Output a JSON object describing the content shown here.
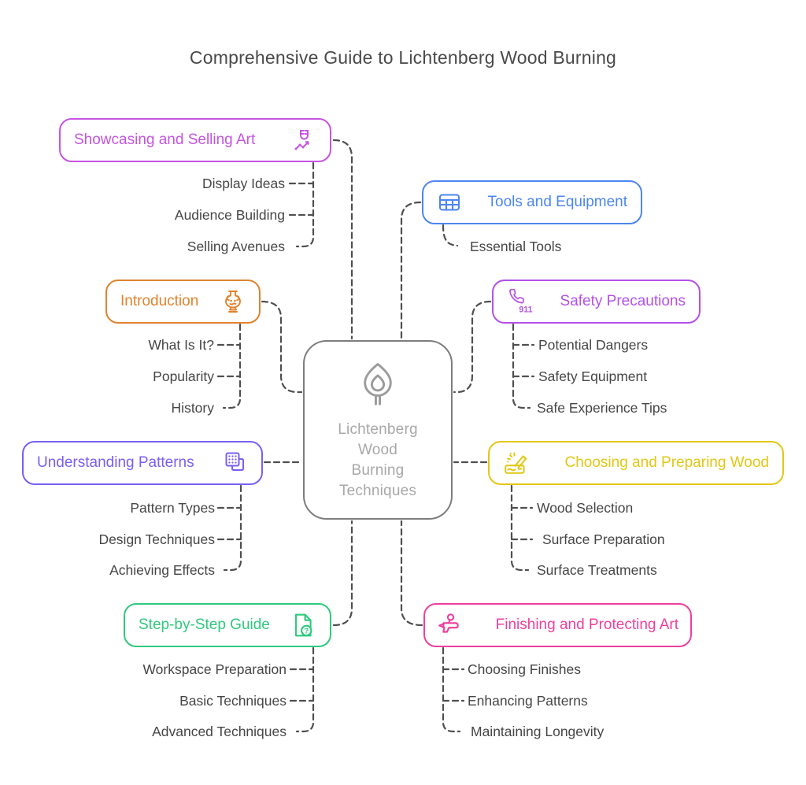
{
  "title": "Comprehensive Guide to Lichtenberg Wood Burning",
  "connectors": {
    "color": "#4f4f4f"
  },
  "center": {
    "lines": [
      "Lichtenberg",
      "Wood",
      "Burning",
      "Techniques"
    ],
    "border_color": "#7e7e7e",
    "text_color": "#a8a8a8",
    "icon": "match-flame-icon"
  },
  "subtopic_text_color": "#464646",
  "branches": [
    {
      "id": "showcasing",
      "label": "Showcasing and Selling Art",
      "color": "#c554e2",
      "icon": "magnet-chart-icon",
      "side": "top-left",
      "items": [
        "Display Ideas",
        "Audience Building",
        "Selling Avenues"
      ]
    },
    {
      "id": "tools",
      "label": "Tools and Equipment",
      "color": "#4c86f0",
      "icon": "table-grid-icon",
      "side": "top-right",
      "items": [
        "Essential Tools"
      ]
    },
    {
      "id": "introduction",
      "label": "Introduction",
      "color": "#e0832e",
      "icon": "amphora-icon",
      "side": "left",
      "items": [
        "What Is It?",
        "Popularity",
        "History"
      ]
    },
    {
      "id": "safety",
      "label": "Safety Precautions",
      "color": "#b551e8",
      "icon": "phone-911-icon",
      "icon_badge": "911",
      "side": "right",
      "items": [
        "Potential Dangers",
        "Safety Equipment",
        "Safe Experience Tips"
      ]
    },
    {
      "id": "patterns",
      "label": "Understanding Patterns",
      "color": "#7a5ff2",
      "icon": "pattern-squares-icon",
      "side": "left",
      "items": [
        "Pattern Types",
        "Design Techniques",
        "Achieving Effects"
      ]
    },
    {
      "id": "wood",
      "label": "Choosing and Preparing Wood",
      "color": "#e2c716",
      "icon": "wood-burning-icon",
      "side": "right",
      "items": [
        "Wood Selection",
        "Surface Preparation",
        "Surface Treatments"
      ]
    },
    {
      "id": "guide",
      "label": "Step-by-Step Guide",
      "color": "#2fc97e",
      "icon": "document-question-icon",
      "icon_badge": "?",
      "side": "bottom-left",
      "items": [
        "Workspace Preparation",
        "Basic Techniques",
        "Advanced Techniques"
      ]
    },
    {
      "id": "finishing",
      "label": "Finishing and Protecting Art",
      "color": "#ee3f9c",
      "icon": "airbrush-icon",
      "side": "bottom-right",
      "items": [
        "Choosing Finishes",
        "Enhancing Patterns",
        "Maintaining Longevity"
      ]
    }
  ]
}
